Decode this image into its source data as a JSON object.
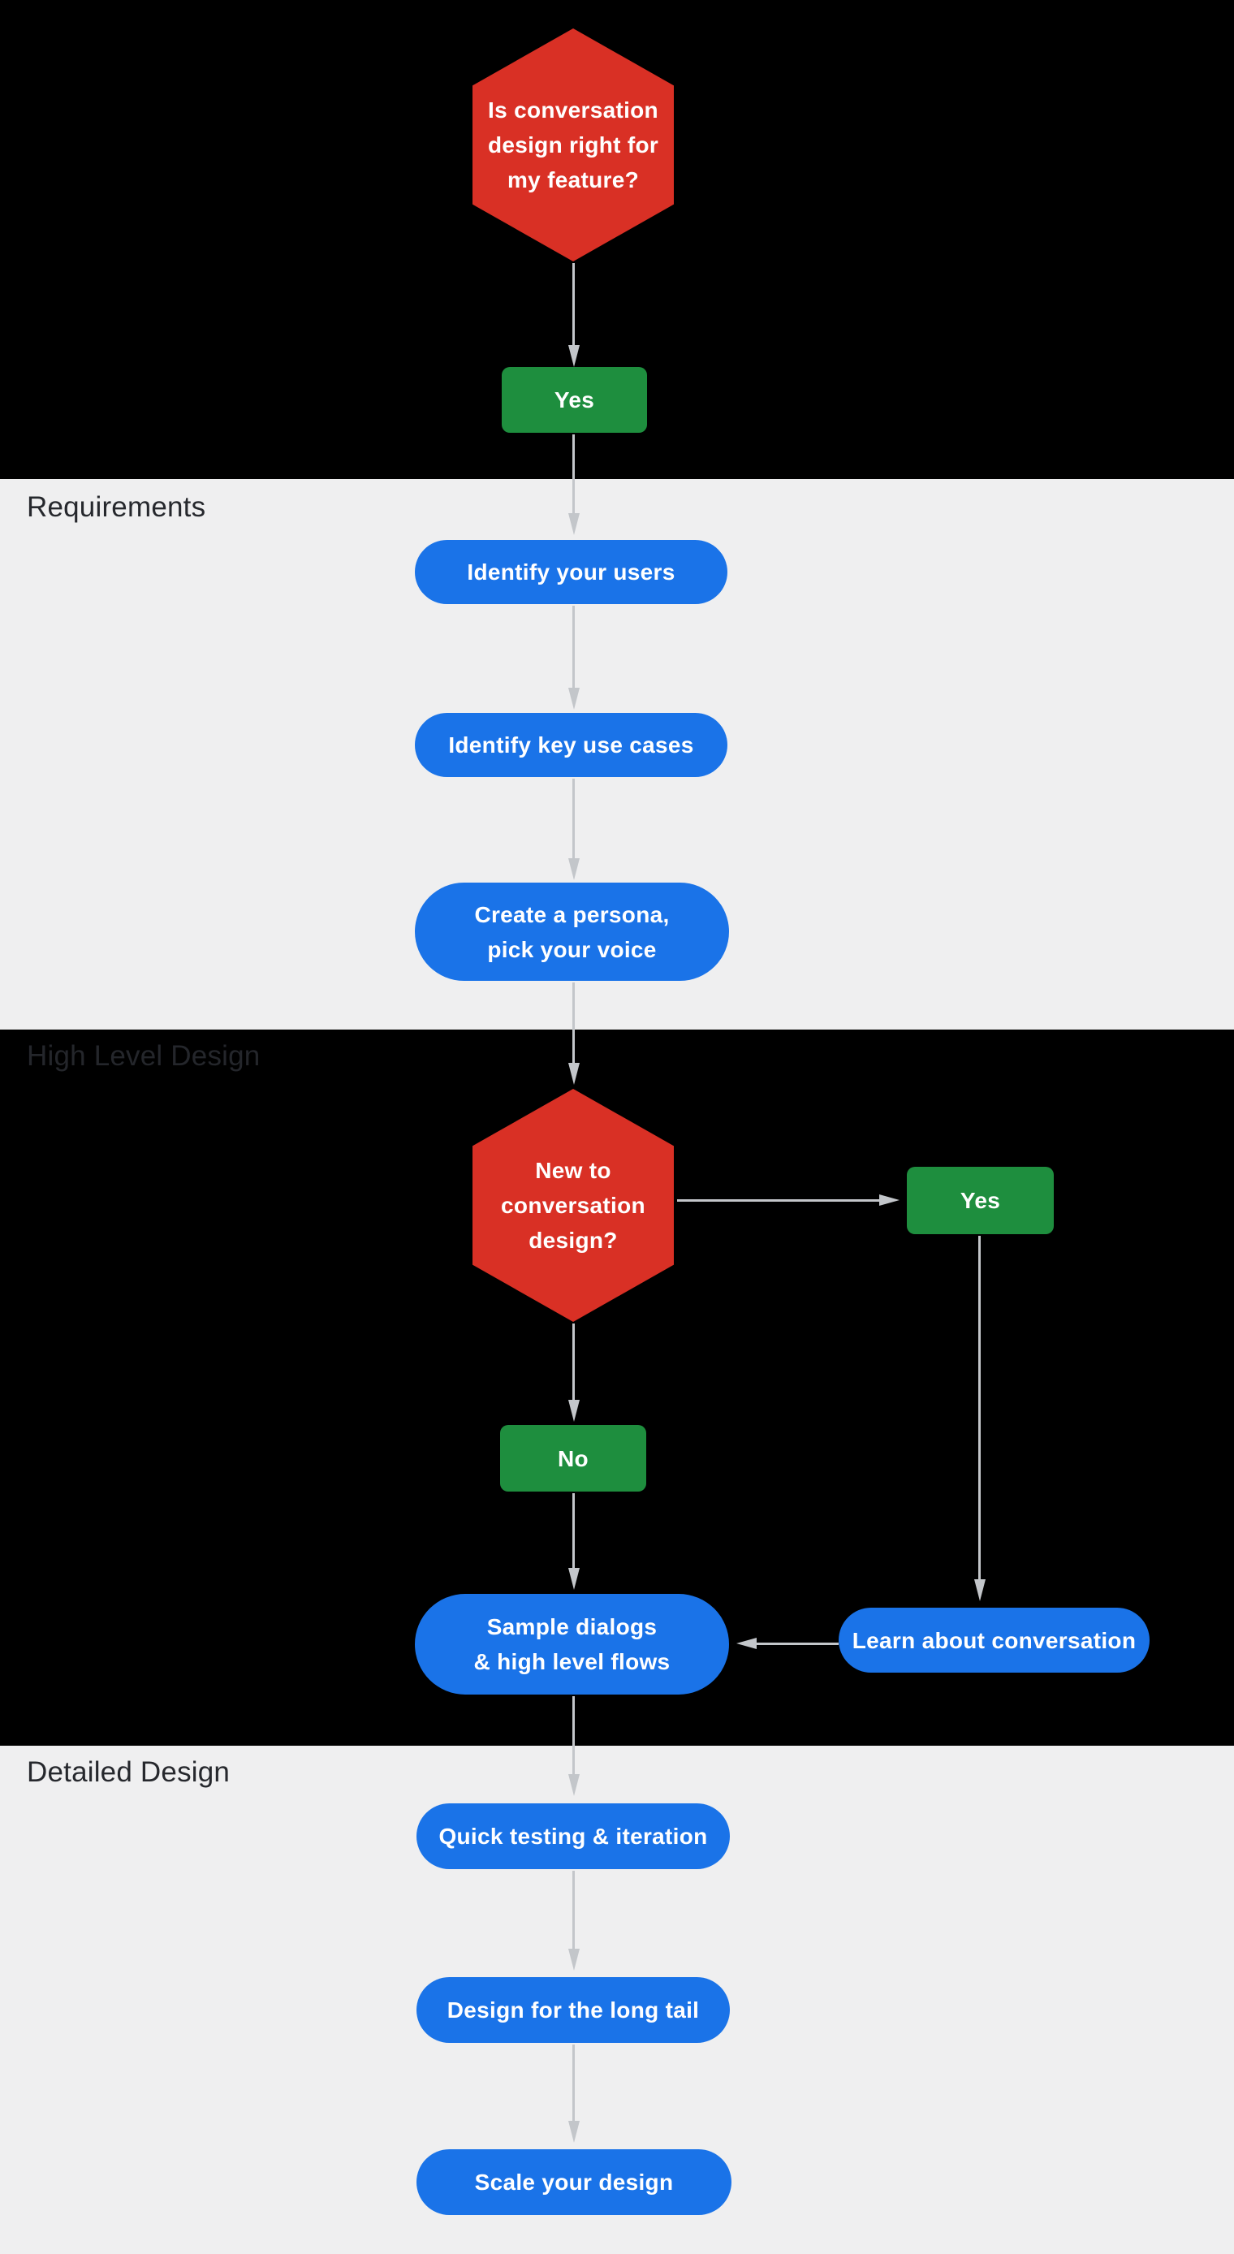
{
  "sections": {
    "requirements": {
      "label": "Requirements"
    },
    "high_level_design": {
      "label": "High Level Design"
    },
    "detailed_design": {
      "label": "Detailed Design"
    }
  },
  "nodes": {
    "decision_is_cd_right": {
      "lines": [
        "Is conversation",
        "design right for",
        "my feature?"
      ]
    },
    "yes_1": {
      "label": "Yes"
    },
    "identify_users": {
      "label": "Identify your users"
    },
    "identify_use_cases": {
      "label": "Identify key use cases"
    },
    "create_persona": {
      "lines": [
        "Create a persona,",
        "pick your voice"
      ]
    },
    "decision_new_to_cd": {
      "lines": [
        "New to",
        "conversation",
        "design?"
      ]
    },
    "yes_2": {
      "label": "Yes"
    },
    "no_1": {
      "label": "No"
    },
    "sample_dialogs": {
      "lines": [
        "Sample dialogs",
        "& high level flows"
      ]
    },
    "learn_conversation": {
      "label": "Learn about conversation"
    },
    "quick_testing": {
      "label": "Quick testing & iteration"
    },
    "design_long_tail": {
      "label": "Design for the long tail"
    },
    "scale_design": {
      "label": "Scale your design"
    }
  },
  "colors": {
    "decision_red": "#d93025",
    "answer_green": "#1e8e3e",
    "step_blue": "#1a73e8",
    "arrow_gray": "#c3c6ca",
    "dark_section_bg": "#000000",
    "light_section_bg": "#efeff0",
    "section_label_dark_text": "#26282d",
    "node_text": "#ffffff"
  }
}
